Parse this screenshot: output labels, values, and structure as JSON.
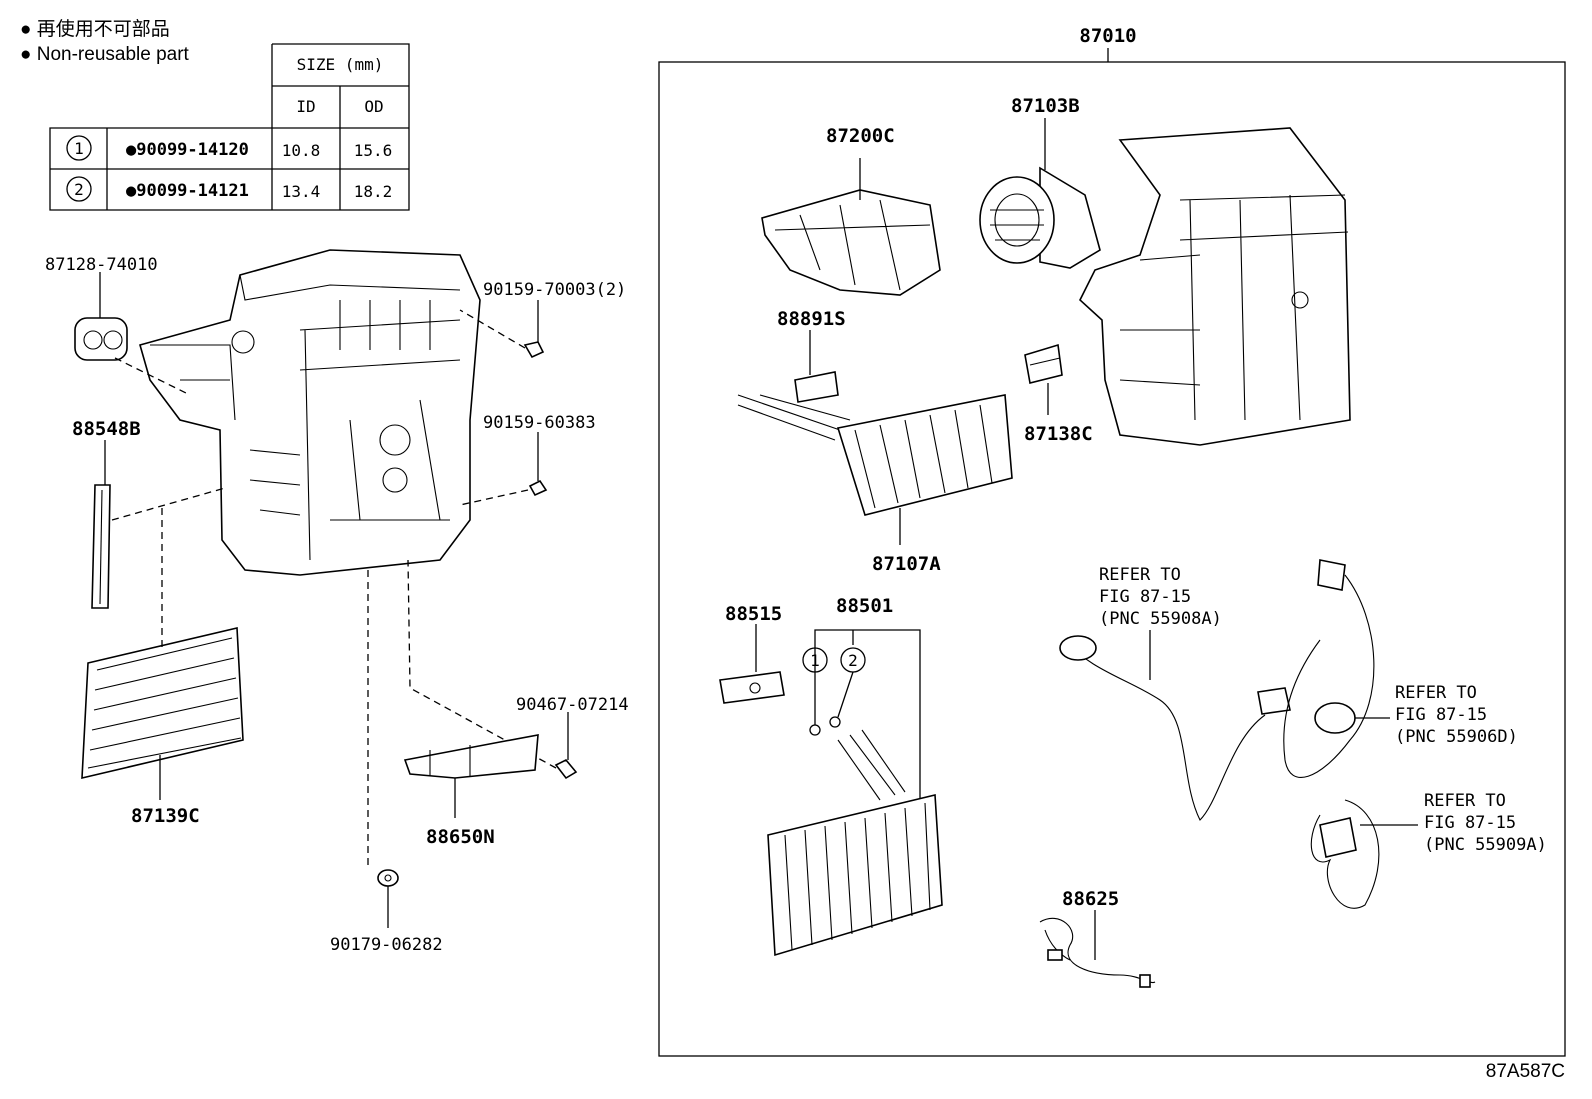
{
  "legend": {
    "jp": "● 再使用不可部品",
    "en": "● Non-reusable part"
  },
  "size_table": {
    "header": "SIZE (mm)",
    "col_id": "ID",
    "col_od": "OD",
    "rows": [
      {
        "mark": "1",
        "part": "●90099-14120",
        "id": "10.8",
        "od": "15.6"
      },
      {
        "mark": "2",
        "part": "●90099-14121",
        "id": "13.4",
        "od": "18.2"
      }
    ]
  },
  "parts": {
    "p87010": "87010",
    "p87128": "87128-74010",
    "p90159_70003": "90159-70003(2)",
    "p88548B": "88548B",
    "p90159_60383": "90159-60383",
    "p87139C": "87139C",
    "p90467": "90467-07214",
    "p88650N": "88650N",
    "p90179": "90179-06282",
    "p87200C": "87200C",
    "p87103B": "87103B",
    "p88891S": "88891S",
    "p87138C": "87138C",
    "p87107A": "87107A",
    "p88515": "88515",
    "p88501": "88501",
    "p88625": "88625",
    "mark1": "1",
    "mark2": "2"
  },
  "refs": [
    {
      "line1": "REFER TO",
      "line2": "FIG 87-15",
      "line3": "(PNC 55908A)"
    },
    {
      "line1": "REFER TO",
      "line2": "FIG 87-15",
      "line3": "(PNC 55906D)"
    },
    {
      "line1": "REFER TO",
      "line2": "FIG 87-15",
      "line3": "(PNC 55909A)"
    }
  ],
  "diagram_code": "87A587C"
}
